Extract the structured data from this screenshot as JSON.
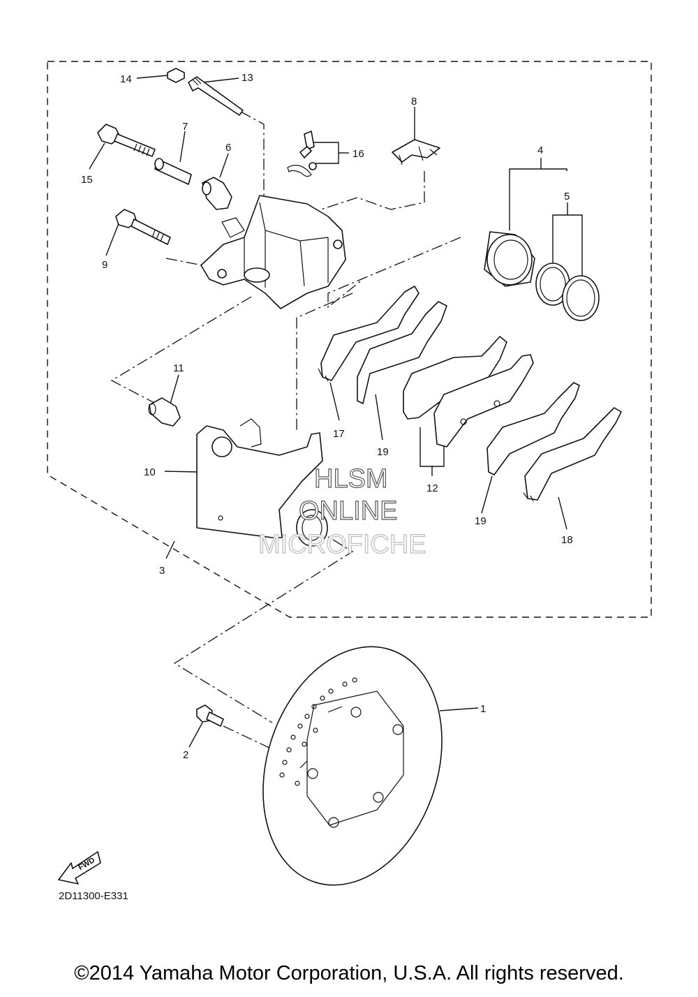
{
  "diagram": {
    "drawing_code": "2D11300-E331",
    "fwd_label": "FWD",
    "callouts": [
      {
        "id": "c14",
        "label": "14"
      },
      {
        "id": "c13",
        "label": "13"
      },
      {
        "id": "c8",
        "label": "8"
      },
      {
        "id": "c7",
        "label": "7"
      },
      {
        "id": "c6",
        "label": "6"
      },
      {
        "id": "c16",
        "label": "16"
      },
      {
        "id": "c15",
        "label": "15"
      },
      {
        "id": "c4",
        "label": "4"
      },
      {
        "id": "c5",
        "label": "5"
      },
      {
        "id": "c9",
        "label": "9"
      },
      {
        "id": "c11",
        "label": "11"
      },
      {
        "id": "c17",
        "label": "17"
      },
      {
        "id": "c19a",
        "label": "19"
      },
      {
        "id": "c10",
        "label": "10"
      },
      {
        "id": "c12",
        "label": "12"
      },
      {
        "id": "c19b",
        "label": "19"
      },
      {
        "id": "c18",
        "label": "18"
      },
      {
        "id": "c3",
        "label": "3"
      },
      {
        "id": "c1",
        "label": "1"
      },
      {
        "id": "c2",
        "label": "2"
      }
    ]
  },
  "watermark": {
    "line1": "HLSM",
    "line2": "ONLINE",
    "line3": "MICROFICHE"
  },
  "footer": {
    "copyright": "©2014 Yamaha Motor Corporation, U.S.A. All rights reserved."
  }
}
